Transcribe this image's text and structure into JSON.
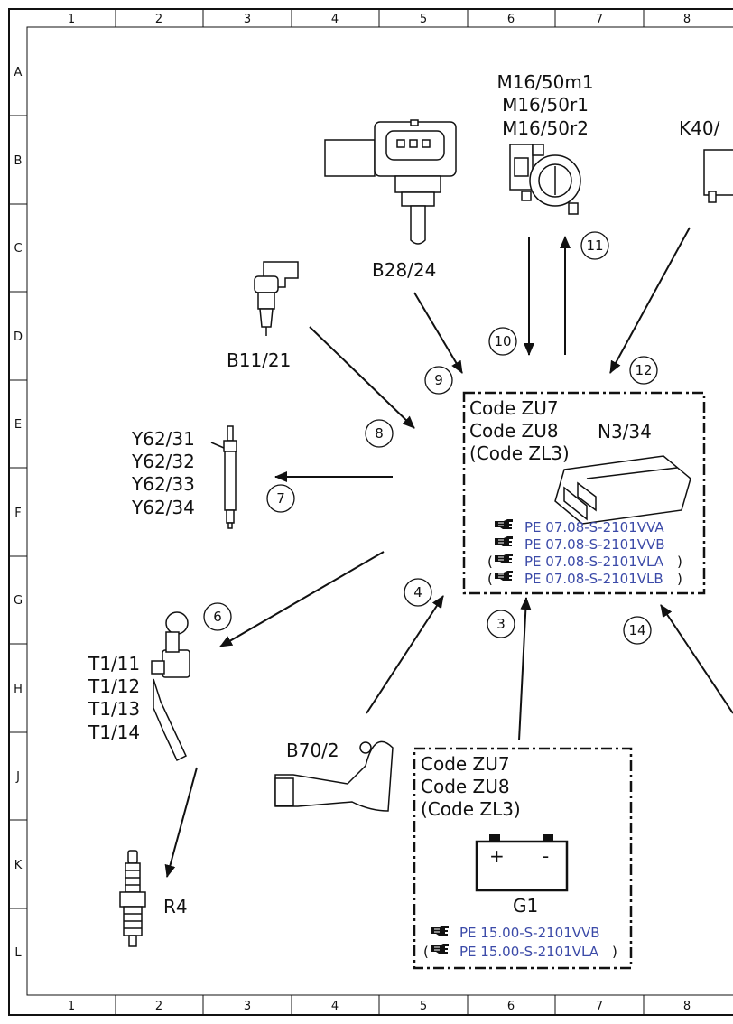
{
  "grid": {
    "columns": [
      "1",
      "2",
      "3",
      "4",
      "5",
      "6",
      "7",
      "8"
    ],
    "rows": [
      "A",
      "B",
      "C",
      "D",
      "E",
      "F",
      "G",
      "H",
      "J",
      "K",
      "L"
    ]
  },
  "components": {
    "m16": [
      "M16/50m1",
      "M16/50r1",
      "M16/50r2"
    ],
    "k40": "K40/",
    "b28": "B28/24",
    "b11": "B11/21",
    "y62": [
      "Y62/31",
      "Y62/32",
      "Y62/33",
      "Y62/34"
    ],
    "t1": [
      "T1/11",
      "T1/12",
      "T1/13",
      "T1/14"
    ],
    "b70": "B70/2",
    "r4": "R4",
    "n3": "N3/34",
    "g1": "G1"
  },
  "ecu_box": {
    "codes": [
      "Code ZU7",
      "Code ZU8",
      "(Code ZL3)"
    ],
    "refs": [
      "PE 07.08-S-2101VVA",
      "PE 07.08-S-2101VVB",
      "PE 07.08-S-2101VLA",
      "PE 07.08-S-2101VLB"
    ]
  },
  "battery_box": {
    "codes": [
      "Code ZU7",
      "Code ZU8",
      "(Code ZL3)"
    ],
    "plus": "+",
    "minus": "-",
    "refs": [
      "PE 15.00-S-2101VVB",
      "PE 15.00-S-2101VLA"
    ]
  },
  "signals": [
    "3",
    "4",
    "6",
    "7",
    "8",
    "9",
    "10",
    "11",
    "12",
    "14"
  ],
  "paren_open": "(",
  "paren_close": ")"
}
